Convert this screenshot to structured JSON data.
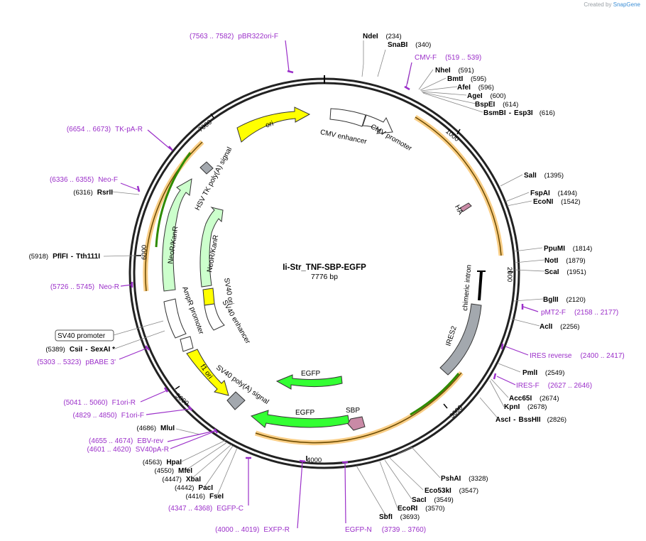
{
  "credit": {
    "prefix": "Created by",
    "brand": "SnapGene"
  },
  "plasmid": {
    "name": "Ii-Str_TNF-SBP-EGFP",
    "size": "7776 bp"
  },
  "ticks": [
    "1000",
    "2000",
    "3000",
    "4000",
    "5000",
    "6000",
    "7000"
  ],
  "sites": [
    {
      "name": "NdeI",
      "pos": "(234)"
    },
    {
      "name": "SnaBI",
      "pos": "(340)"
    },
    {
      "name": "NheI",
      "pos": "(591)"
    },
    {
      "name": "BmtI",
      "pos": "(595)"
    },
    {
      "name": "AfeI",
      "pos": "(596)"
    },
    {
      "name": "AgeI",
      "pos": "(600)"
    },
    {
      "name": "BspEI",
      "pos": "(614)"
    },
    {
      "name": "BsmBI",
      "pos": "(616)",
      "extra": "Esp3I"
    },
    {
      "name": "SalI",
      "pos": "(1395)"
    },
    {
      "name": "FspAI",
      "pos": "(1494)"
    },
    {
      "name": "EcoNI",
      "pos": "(1542)"
    },
    {
      "name": "PpuMI",
      "pos": "(1814)"
    },
    {
      "name": "NotI",
      "pos": "(1879)"
    },
    {
      "name": "ScaI",
      "pos": "(1951)"
    },
    {
      "name": "BglII",
      "pos": "(2120)"
    },
    {
      "name": "AclI",
      "pos": "(2256)"
    },
    {
      "name": "PmlI",
      "pos": "(2549)"
    },
    {
      "name": "Acc65I",
      "pos": "(2674)"
    },
    {
      "name": "KpnI",
      "pos": "(2678)"
    },
    {
      "name": "AscI",
      "pos": "(2826)",
      "extra": "BssHII"
    },
    {
      "name": "PshAI",
      "pos": "(3328)"
    },
    {
      "name": "Eco53kI",
      "pos": "(3547)"
    },
    {
      "name": "SacI",
      "pos": "(3549)"
    },
    {
      "name": "EcoRI",
      "pos": "(3570)"
    },
    {
      "name": "SbfI",
      "pos": "(3693)"
    },
    {
      "name": "MluI",
      "pos": "(4686)"
    },
    {
      "name": "HpaI",
      "pos": "(4563)"
    },
    {
      "name": "MfeI",
      "pos": "(4550)"
    },
    {
      "name": "XbaI",
      "pos": "(4447)"
    },
    {
      "name": "PacI",
      "pos": "(4442)"
    },
    {
      "name": "FseI",
      "pos": "(4416)"
    },
    {
      "name": "CsiI",
      "pos": "(5389)",
      "extra": "SexAI *"
    },
    {
      "name": "PflFI",
      "pos": "(5918)",
      "extra": "Tth111I"
    },
    {
      "name": "RsrII",
      "pos": "(6316)"
    }
  ],
  "primers": [
    {
      "name": "pBR322ori-F",
      "pos": "(7563 .. 7582)"
    },
    {
      "name": "CMV-F",
      "pos": "(519 .. 539)"
    },
    {
      "name": "pMT2-F",
      "pos": "(2158 .. 2177)"
    },
    {
      "name": "IRES reverse",
      "pos": "(2400 .. 2417)"
    },
    {
      "name": "IRES-F",
      "pos": "(2627 .. 2646)"
    },
    {
      "name": "EGFP-N",
      "pos": "(3739 .. 3760)"
    },
    {
      "name": "EXFP-R",
      "pos": "(4000 .. 4019)"
    },
    {
      "name": "EGFP-C",
      "pos": "(4347 .. 4368)"
    },
    {
      "name": "SV40pA-R",
      "pos": "(4601 .. 4620)"
    },
    {
      "name": "EBV-rev",
      "pos": "(4655 .. 4674)"
    },
    {
      "name": "F1ori-F",
      "pos": "(4829 .. 4850)"
    },
    {
      "name": "F1ori-R",
      "pos": "(5041 .. 5060)"
    },
    {
      "name": "pBABE 3'",
      "pos": "(5303 .. 5323)"
    },
    {
      "name": "Neo-R",
      "pos": "(5726 .. 5745)"
    },
    {
      "name": "Neo-F",
      "pos": "(6336 .. 6355)"
    },
    {
      "name": "TK-pA-R",
      "pos": "(6654 .. 6673)"
    }
  ],
  "features": {
    "ori": "ori",
    "cmv_enhancer": "CMV enhancer",
    "cmv_promoter": "CMV promoter",
    "ha": "HA",
    "chimeric_intron": "chimeric intron",
    "ires2": "IRES2",
    "egfp_inner": "EGFP",
    "egfp_outer": "EGFP",
    "sbp": "SBP",
    "sv40_polya": "SV40 poly(A) signal",
    "f1_ori": "f1 ori",
    "ampr_promoter": "AmpR promoter",
    "sv40_ori": "SV40 ori",
    "sv40_enhancer": "SV40 enhancer",
    "neo_outer": "NeoR/KanR",
    "neo_inner": "NeoR/KanR",
    "hsv_tk_polya": "HSV TK poly(A) signal",
    "sv40_promoter": "SV40 promoter"
  },
  "colors": {
    "backbone": "#222222",
    "primer": "#9b2fc9",
    "ori": "#ffff00",
    "gfp": "#33ff33",
    "neo": "#ccffcc",
    "ires": "#a3a8ae",
    "sbp": "#c98aa6",
    "orf": "#f4a522",
    "orf_line": "#2e8b00"
  }
}
